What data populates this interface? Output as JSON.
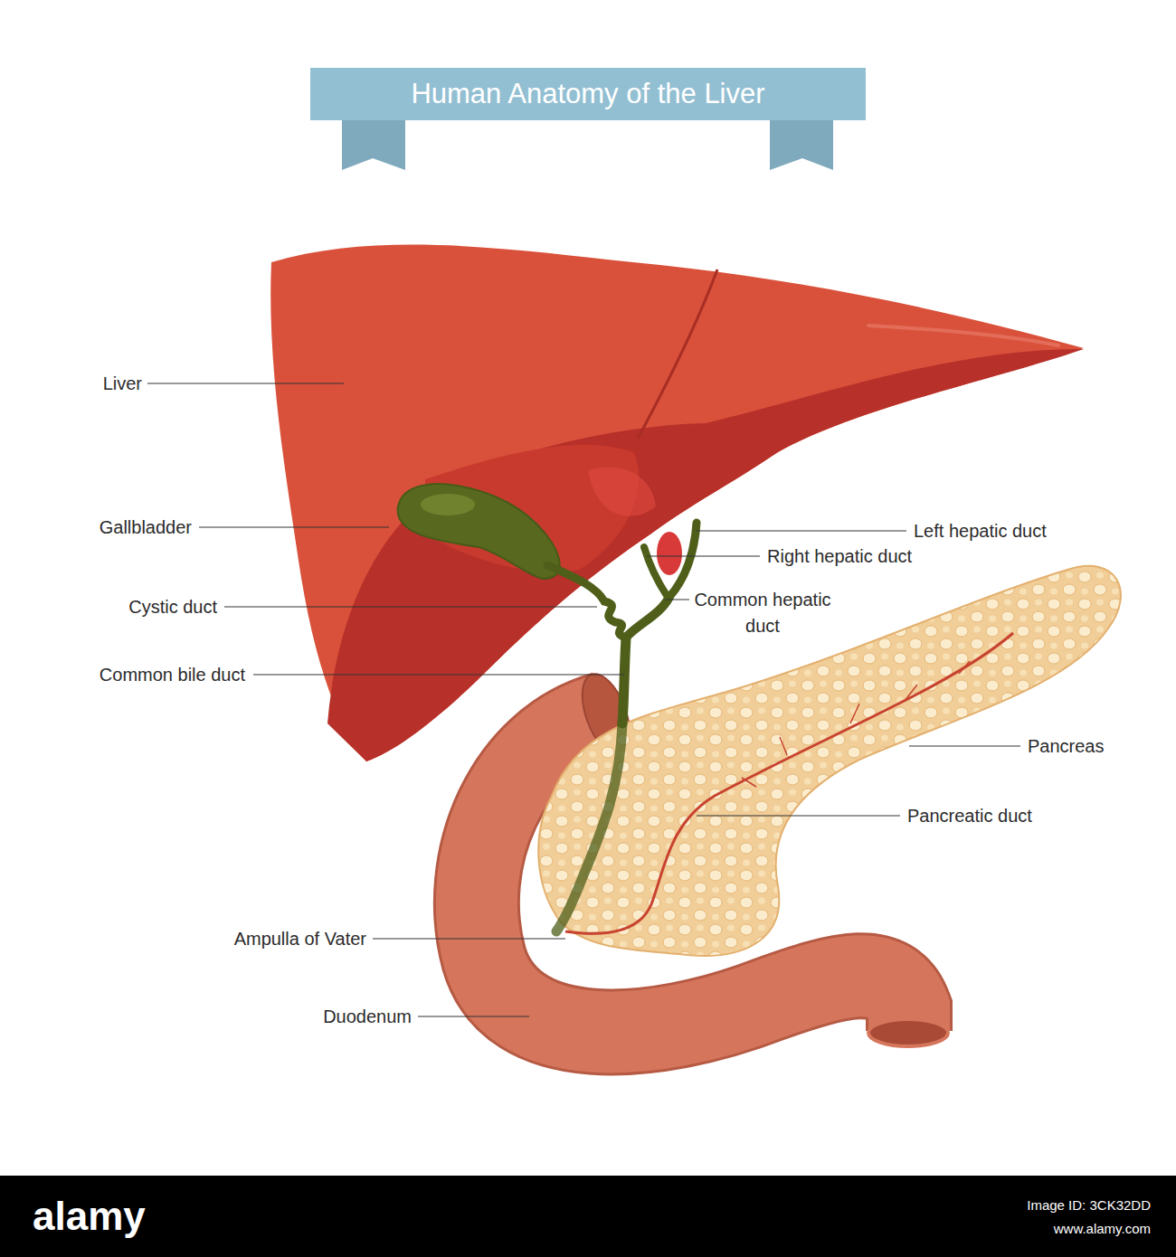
{
  "diagram": {
    "title": "Human Anatomy of the Liver",
    "labels": [
      "Liver",
      "Gallbladder",
      "Left hepatic duct",
      "Right hepatic duct",
      "Cystic duct",
      "Common hepatic duct",
      "Common bile duct",
      "Pancreas",
      "Pancreatic duct",
      "Ampulla of Vater",
      "Duodenum",
      "alamy",
      "Image ID: 3CK32DD",
      "www.alamy.com"
    ]
  }
}
